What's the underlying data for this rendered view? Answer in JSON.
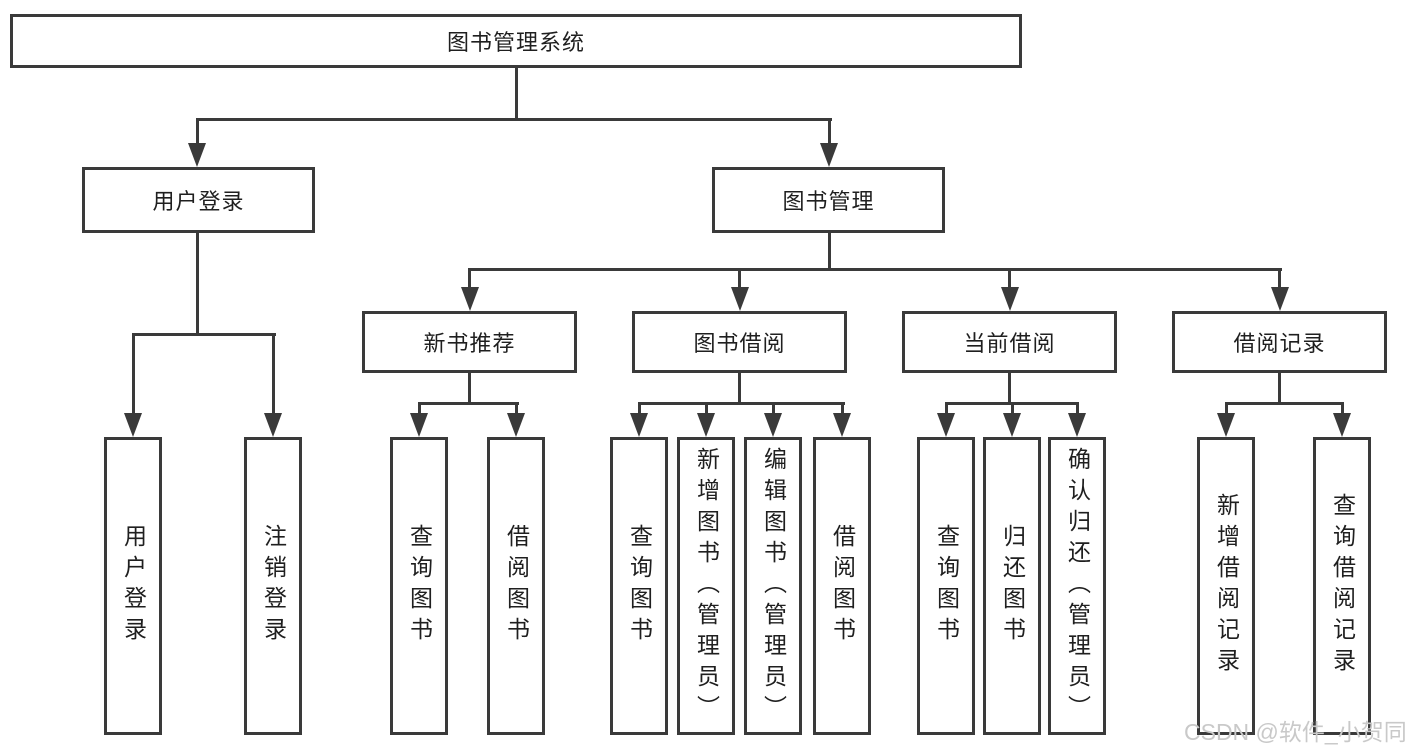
{
  "diagram": {
    "root": {
      "label": "图书管理系统"
    },
    "level2": [
      {
        "id": "user-login",
        "label": "用户登录"
      },
      {
        "id": "book-management",
        "label": "图书管理"
      }
    ],
    "user_login_children": [
      {
        "label": "用户登录"
      },
      {
        "label": "注销登录"
      }
    ],
    "book_management_children": [
      {
        "label": "新书推荐"
      },
      {
        "label": "图书借阅"
      },
      {
        "label": "当前借阅"
      },
      {
        "label": "借阅记录"
      }
    ],
    "new_book_children": [
      {
        "label": "查询图书"
      },
      {
        "label": "借阅图书"
      }
    ],
    "book_borrow_children": [
      {
        "label": "查询图书"
      },
      {
        "label": "新增图书（管理员）"
      },
      {
        "label": "编辑图书（管理员）"
      },
      {
        "label": "借阅图书"
      }
    ],
    "current_borrow_children": [
      {
        "label": "查询图书"
      },
      {
        "label": "归还图书"
      },
      {
        "label": "确认归还（管理员）"
      }
    ],
    "borrow_record_children": [
      {
        "label": "新增借阅记录"
      },
      {
        "label": "查询借阅记录"
      }
    ],
    "watermark": "CSDN @软件_小贺同学",
    "colors": {
      "line": "#3a3a3a",
      "text": "#1f1f1f",
      "watermark": "#c9c9c9",
      "background": "#ffffff"
    }
  }
}
